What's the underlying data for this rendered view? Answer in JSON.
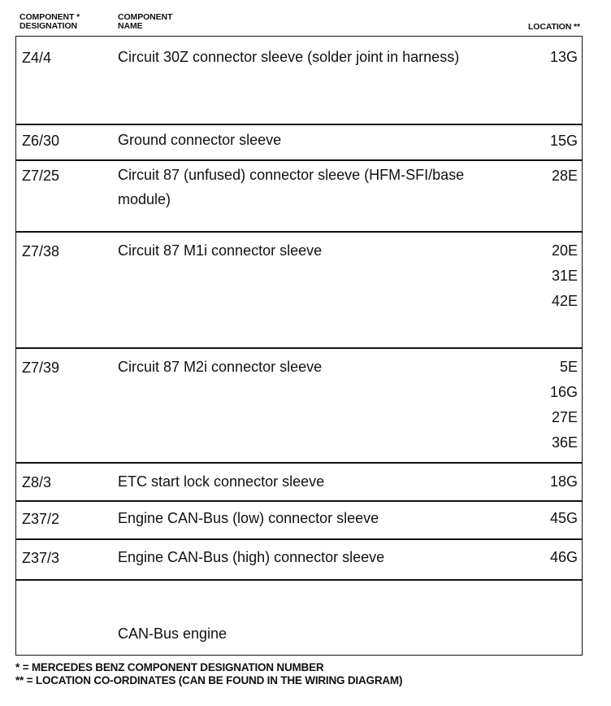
{
  "header": {
    "designation_line1": "COMPONENT *",
    "designation_line2": "DESIGNATION",
    "name_line1": "COMPONENT",
    "name_line2": "NAME",
    "location": "LOCATION **"
  },
  "rows": [
    {
      "designation": "Z4/4",
      "name": "Circuit 30Z connector sleeve (solder joint in harness)",
      "locations": [
        "13G"
      ]
    },
    {
      "designation": "Z6/30",
      "name": "Ground connector sleeve",
      "locations": [
        "15G"
      ]
    },
    {
      "designation": "Z7/25",
      "name": "Circuit 87 (unfused) connector sleeve (HFM-SFI/base module)",
      "locations": [
        "28E"
      ]
    },
    {
      "designation": "Z7/38",
      "name": "Circuit 87 M1i connector sleeve",
      "locations": [
        "20E",
        "31E",
        "42E"
      ]
    },
    {
      "designation": "Z7/39",
      "name": "Circuit 87 M2i connector sleeve",
      "locations": [
        "5E",
        "16G",
        "27E",
        "36E"
      ]
    },
    {
      "designation": "Z8/3",
      "name": "ETC start lock connector sleeve",
      "locations": [
        "18G"
      ]
    },
    {
      "designation": "Z37/2",
      "name": "Engine CAN-Bus (low) connector sleeve",
      "locations": [
        "45G"
      ]
    },
    {
      "designation": "Z37/3",
      "name": "Engine CAN-Bus (high) connector sleeve",
      "locations": [
        "46G"
      ]
    },
    {
      "designation": "",
      "name": "CAN-Bus engine",
      "locations": []
    }
  ],
  "footnotes": {
    "note1": "* = MERCEDES BENZ COMPONENT DESIGNATION NUMBER",
    "note2": "** = LOCATION CO-ORDINATES (CAN BE FOUND IN THE WIRING DIAGRAM)"
  }
}
